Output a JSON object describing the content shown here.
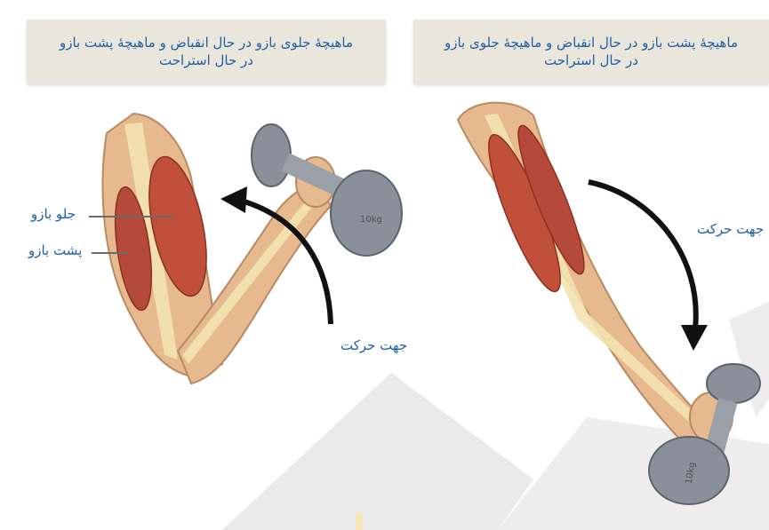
{
  "left_panel": {
    "caption_line1": "ماهیچهٔ جلوی بازو در حال انقباض و ماهیچهٔ پشت بازو",
    "caption_line2": "در حال استراحت",
    "label_front": "جلو بازو",
    "label_back": "پشت بازو",
    "label_motion": "جهت حرکت",
    "dumbbell_text": "10kg"
  },
  "right_panel": {
    "caption_line1": "ماهیچهٔ پشت بازو در حال انقباض و ماهیچهٔ جلوی بازو",
    "caption_line2": "در حال استراحت",
    "label_motion": "جهت حرکت",
    "dumbbell_text": "10kg"
  },
  "colors": {
    "caption_bg": "#eae6dc",
    "text": "#1e5fa8",
    "skin": "#e6b98f",
    "muscle": "#c0503a",
    "bone": "#f2e3b0",
    "dumbbell": "#8a9099",
    "arrow": "#111111"
  }
}
